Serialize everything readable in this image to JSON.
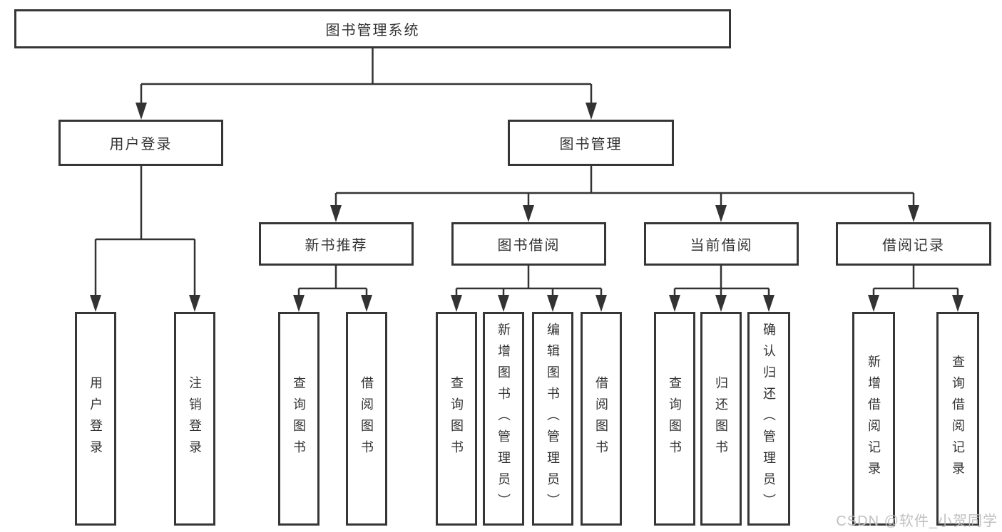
{
  "colors": {
    "line": "#333333",
    "box_border": "#363636",
    "text": "#333333",
    "background": "#ffffff",
    "watermark": "#bbbbbb"
  },
  "tree": {
    "label": "图书管理系统",
    "children": [
      {
        "label": "用户登录",
        "children": [
          {
            "label": "用户登录"
          },
          {
            "label": "注销登录"
          }
        ]
      },
      {
        "label": "图书管理",
        "children": [
          {
            "label": "新书推荐",
            "children": [
              {
                "label": "查询图书"
              },
              {
                "label": "借阅图书"
              }
            ]
          },
          {
            "label": "图书借阅",
            "children": [
              {
                "label": "查询图书"
              },
              {
                "label": "新增图书（管理员）"
              },
              {
                "label": "编辑图书（管理员）"
              },
              {
                "label": "借阅图书"
              }
            ]
          },
          {
            "label": "当前借阅",
            "children": [
              {
                "label": "查询图书"
              },
              {
                "label": "归还图书"
              },
              {
                "label": "确认归还（管理员）"
              }
            ]
          },
          {
            "label": "借阅记录",
            "children": [
              {
                "label": "新增借阅记录"
              },
              {
                "label": "查询借阅记录"
              }
            ]
          }
        ]
      }
    ]
  },
  "watermark": {
    "text": "CSDN @软件_小贺同学"
  }
}
